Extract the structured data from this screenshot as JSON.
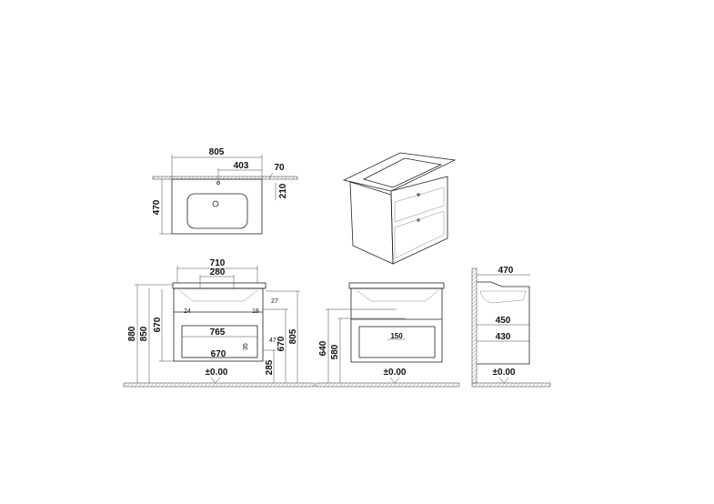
{
  "top_view": {
    "width": "805",
    "tap_offset": "403",
    "edge": "70",
    "tap_depth": "210",
    "depth": "470"
  },
  "front_view": {
    "top_width": "710",
    "tap_spacing": "280",
    "height_total": "880",
    "height_850": "850",
    "cabinet_height": "670",
    "inner_width": "765",
    "drawer_width": "670",
    "dim_27": "27",
    "dim_47": "47",
    "small_24": "24",
    "small_18": "18",
    "small_35": "35",
    "height_805": "805",
    "height_670": "670",
    "height_285": "285",
    "floor_level": "±0.00"
  },
  "front_view_2": {
    "height_640": "640",
    "height_580": "580",
    "spacing_150": "150",
    "floor_level": "±0.00"
  },
  "side_view": {
    "depth_470": "470",
    "depth_450": "450",
    "depth_430": "430",
    "floor_level": "±0.00"
  }
}
